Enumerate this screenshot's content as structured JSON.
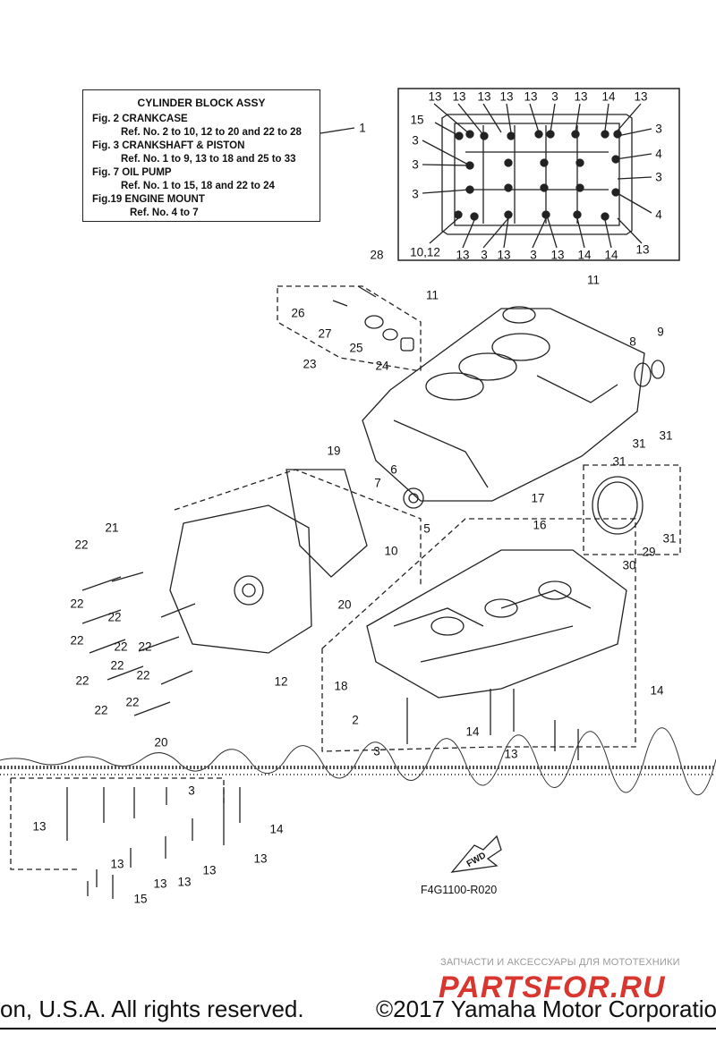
{
  "legend": {
    "title": "CYLINDER BLOCK ASSY",
    "lines": [
      "Fig.  2 CRANKCASE",
      "Ref. No. 2 to 10, 12 to 20 and 22 to 28",
      "Fig.  3 CRANKSHAFT & PISTON",
      "Ref. No. 1 to 9, 13 to 18 and 25 to 33",
      "Fig. 7 OIL PUMP",
      "Ref. No. 1 to 15, 18 and 22 to 24",
      "Fig.19 ENGINE MOUNT",
      "Ref. No. 4 to 7"
    ]
  },
  "callouts": [
    "1",
    "13",
    "13",
    "13",
    "13",
    "13",
    "3",
    "13",
    "14",
    "13",
    "15",
    "3",
    "3",
    "4",
    "3",
    "3",
    "3",
    "4",
    "10,12",
    "13",
    "3",
    "13",
    "3",
    "13",
    "14",
    "14",
    "13",
    "28",
    "26",
    "27",
    "25",
    "24",
    "23",
    "11",
    "11",
    "8",
    "9",
    "19",
    "6",
    "7",
    "5",
    "17",
    "16",
    "31",
    "31",
    "31",
    "31",
    "29",
    "30",
    "21",
    "22",
    "22",
    "22",
    "22",
    "22",
    "22",
    "22",
    "22",
    "22",
    "22",
    "22",
    "20",
    "10",
    "20",
    "18",
    "12",
    "2",
    "14",
    "14",
    "13",
    "3",
    "3",
    "13",
    "14",
    "13",
    "13",
    "13",
    "13",
    "13",
    "15"
  ],
  "figure_code": "F4G1100-R020",
  "fwd_label": "FWD",
  "watermark": {
    "text": "ЗАПЧАСТИ И АКСЕССУАРЫ ДЛЯ МОТОТЕХНИКИ",
    "brand": "PARTSFOR.RU"
  },
  "footer": {
    "left": "on, U.S.A. All rights reserved.",
    "right": "©2017 Yamaha Motor Corporatio"
  },
  "colors": {
    "ink": "#111111",
    "watermark_brand": "#d8362f",
    "watermark_text": "#9a9a9a"
  }
}
